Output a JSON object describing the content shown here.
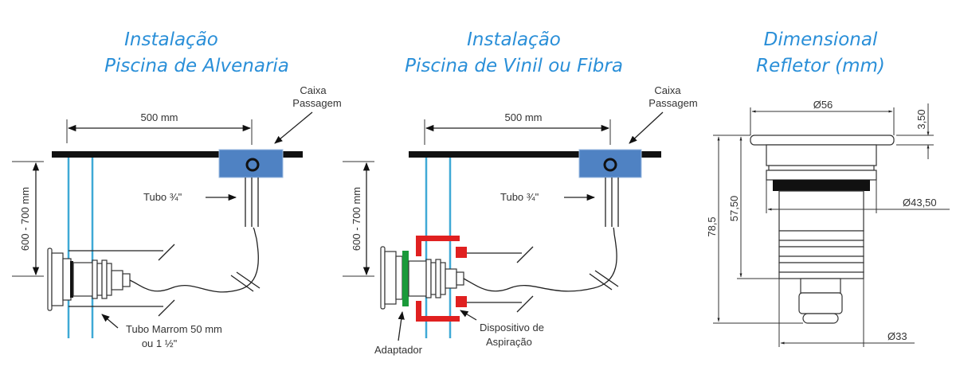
{
  "panels": [
    {
      "title_line1": "Instalação",
      "title_line2": "Piscina de Alvenaria",
      "distance_label": "500 mm",
      "depth_label": "600 - 700 mm",
      "box_label_line1": "Caixa",
      "box_label_line2": "Passagem",
      "tube_label": "Tubo ¾\"",
      "brown_tube_line1": "Tubo  Marrom 50 mm",
      "brown_tube_line2": "ou 1 ½\""
    },
    {
      "title_line1": "Instalação",
      "title_line2": "Piscina de Vinil ou Fibra",
      "distance_label": "500 mm",
      "depth_label": "600 - 700 mm",
      "box_label_line1": "Caixa",
      "box_label_line2": "Passagem",
      "tube_label": "Tubo ¾\"",
      "adapter_label": "Adaptador",
      "device_line1": "Dispositivo de",
      "device_line2": "Aspiração"
    },
    {
      "title_line1": "Dimensional",
      "title_line2": "Refletor (mm)",
      "dims": {
        "flange_diameter": "Ø56",
        "flange_thickness": "3,50",
        "body_diameter": "Ø43,50",
        "total_height": "78,5",
        "body_height": "57,50",
        "gland_diameter": "Ø33"
      }
    }
  ],
  "colors": {
    "title": "#2a8fd8",
    "box": "#4f82c3",
    "glass": "#3fa9d6",
    "adapter": "#e02020",
    "ring": "#1a9a3a"
  }
}
